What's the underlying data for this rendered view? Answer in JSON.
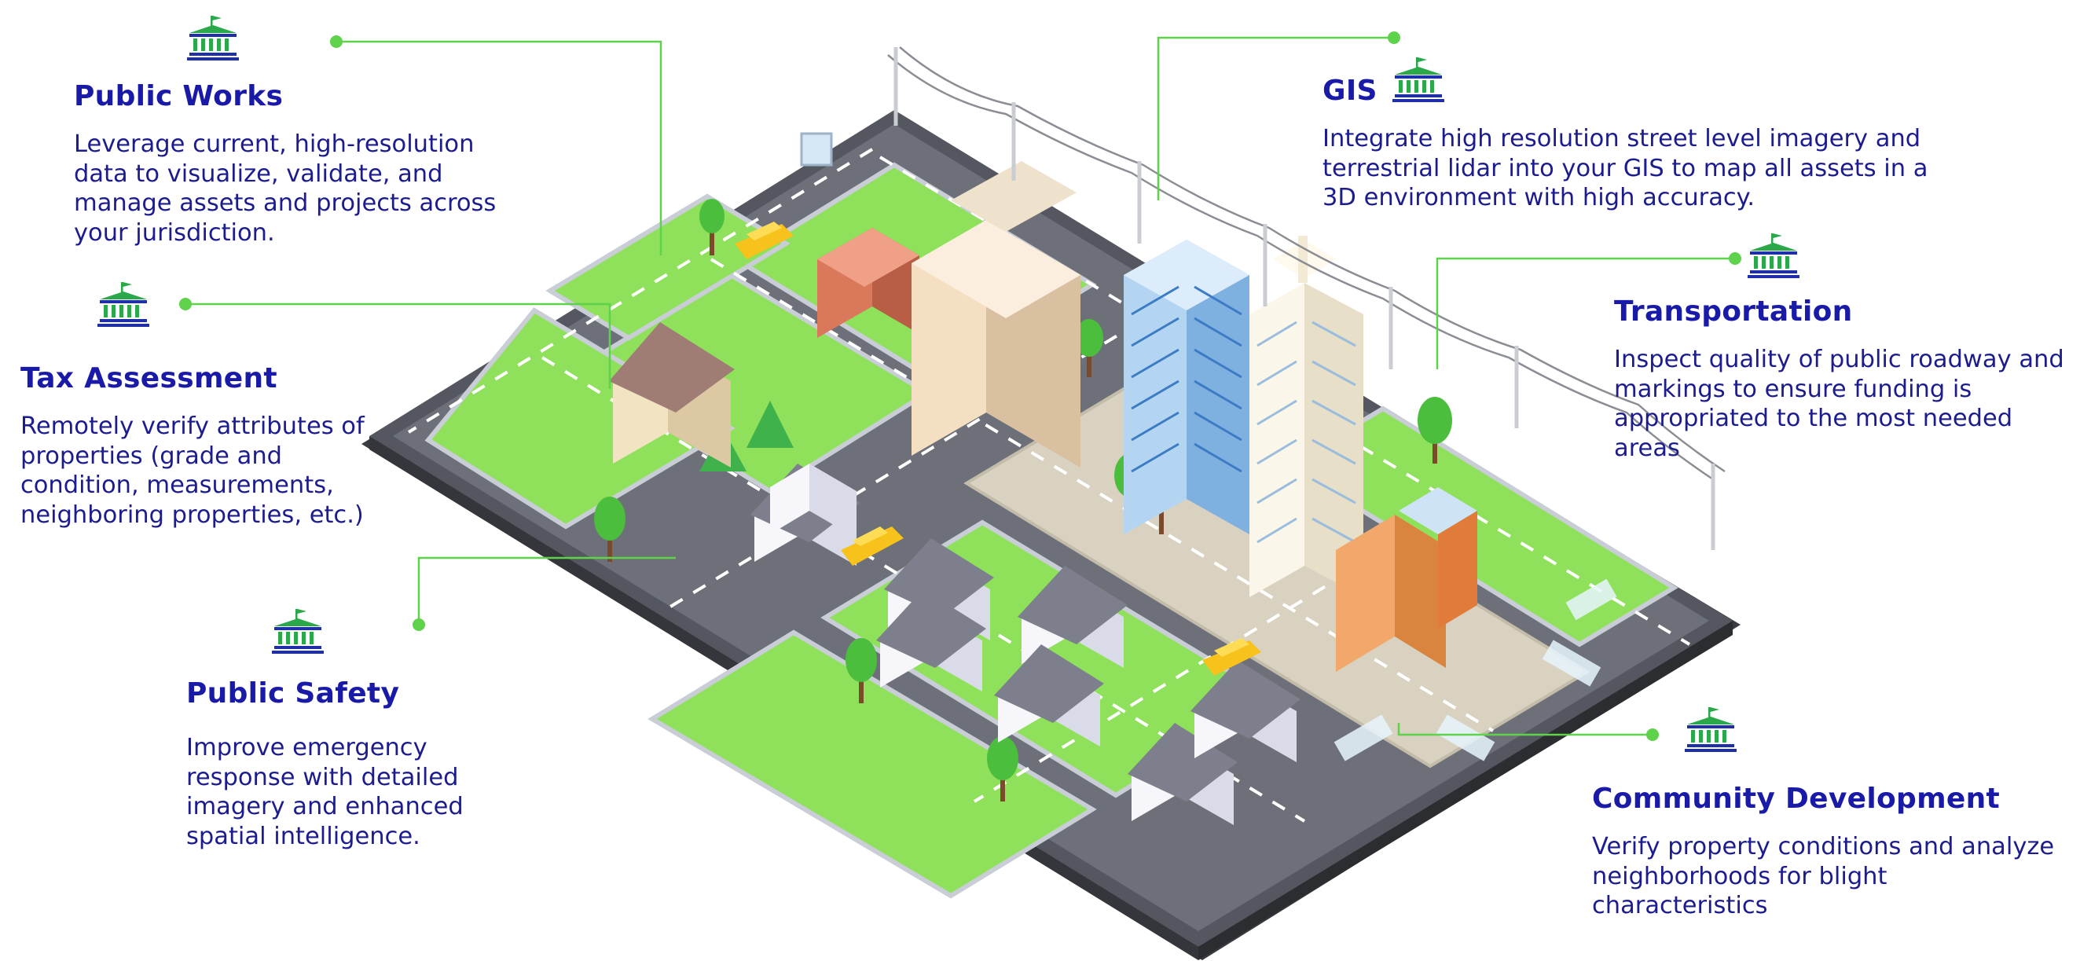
{
  "colors": {
    "heading": "#1a1aa8",
    "body_text": "#1c1c8f",
    "connector_green": "#5ed24a",
    "grass": "#8fe05a",
    "road": "#4a4d54",
    "icon_green": "#2aa84a",
    "icon_blue": "#1f2fa8"
  },
  "icons": {
    "department": "government-building-icon"
  },
  "callouts": {
    "public_works": {
      "title": "Public Works",
      "body": "Leverage current, high-resolution data to visualize, validate, and manage assets and projects across your jurisdiction."
    },
    "tax_assessment": {
      "title": "Tax Assessment",
      "body": "Remotely verify attributes of properties (grade and condition, measurements, neighboring properties, etc.)"
    },
    "public_safety": {
      "title": "Public Safety",
      "body": "Improve emergency response with detailed imagery and enhanced spatial intelligence."
    },
    "gis": {
      "title": "GIS",
      "body": "Integrate high resolution street level imagery and terrestrial lidar into your GIS to map all assets in a 3D environment with high accuracy."
    },
    "transportation": {
      "title": "Transportation",
      "body": "Inspect quality of public roadway and markings to ensure funding is appropriated to the most needed areas"
    },
    "community_development": {
      "title": "Community Development",
      "body": "Verify property conditions and analyze neighborhoods for blight characteristics"
    }
  }
}
